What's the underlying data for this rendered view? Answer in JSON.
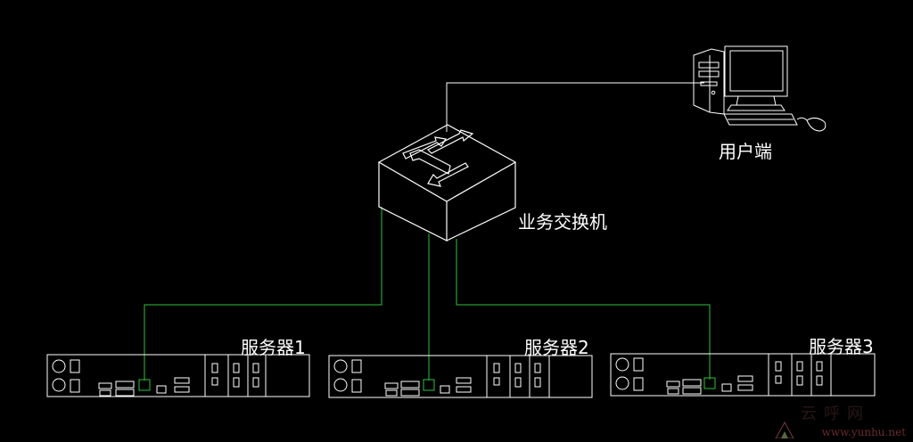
{
  "nodes": {
    "client": "用户端",
    "switch": "业务交换机",
    "servers": [
      "服务器1",
      "服务器2",
      "服务器3"
    ]
  },
  "watermark": {
    "text": "www.yunhu.net"
  },
  "colors": {
    "background": "#000000",
    "line": "#ffffff",
    "link_uplink": "#ffffff",
    "link_server": "#2fbf3a"
  }
}
